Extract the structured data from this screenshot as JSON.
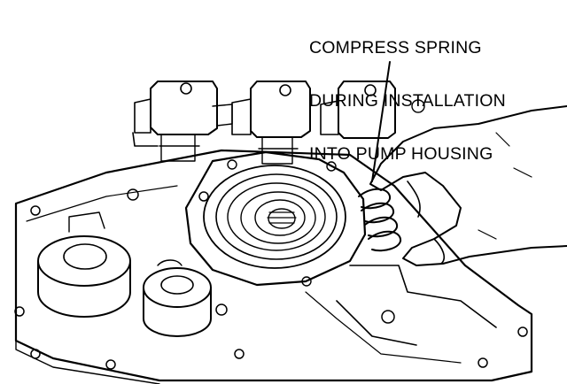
{
  "callout": {
    "lines": [
      "COMPRESS SPRING",
      "DURING INSTALLATION",
      "INTO PUMP HOUSING"
    ]
  },
  "colors": {
    "ink": "#000000",
    "paper": "#ffffff"
  }
}
